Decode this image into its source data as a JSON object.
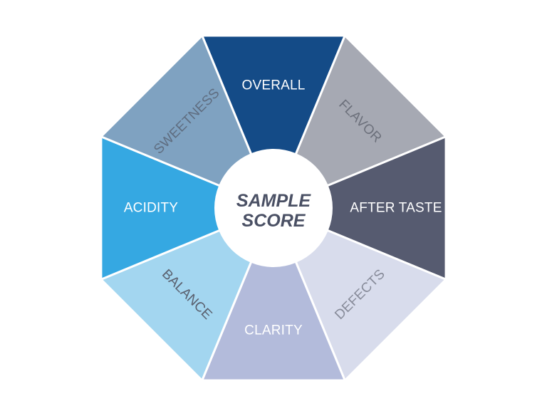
{
  "center": {
    "line1": "SAMPLE",
    "line2": "SCORE"
  },
  "segments": [
    {
      "label": "OVERALL",
      "color": "#144b87",
      "text_color": "#ffffff"
    },
    {
      "label": "FLAVOR",
      "color": "#a6a9b3",
      "text_color": "#6c707b"
    },
    {
      "label": "AFTER TASTE",
      "color": "#565b70",
      "text_color": "#ffffff"
    },
    {
      "label": "DEFECTS",
      "color": "#d8dcec",
      "text_color": "#878b99"
    },
    {
      "label": "CLARITY",
      "color": "#b3bbdb",
      "text_color": "#ffffff"
    },
    {
      "label": "BALANCE",
      "color": "#a3d6f0",
      "text_color": "#5a606e"
    },
    {
      "label": "ACIDITY",
      "color": "#35a8e2",
      "text_color": "#ffffff"
    },
    {
      "label": "SWEETNESS",
      "color": "#7fa2c1",
      "text_color": "#5f6d80"
    }
  ]
}
